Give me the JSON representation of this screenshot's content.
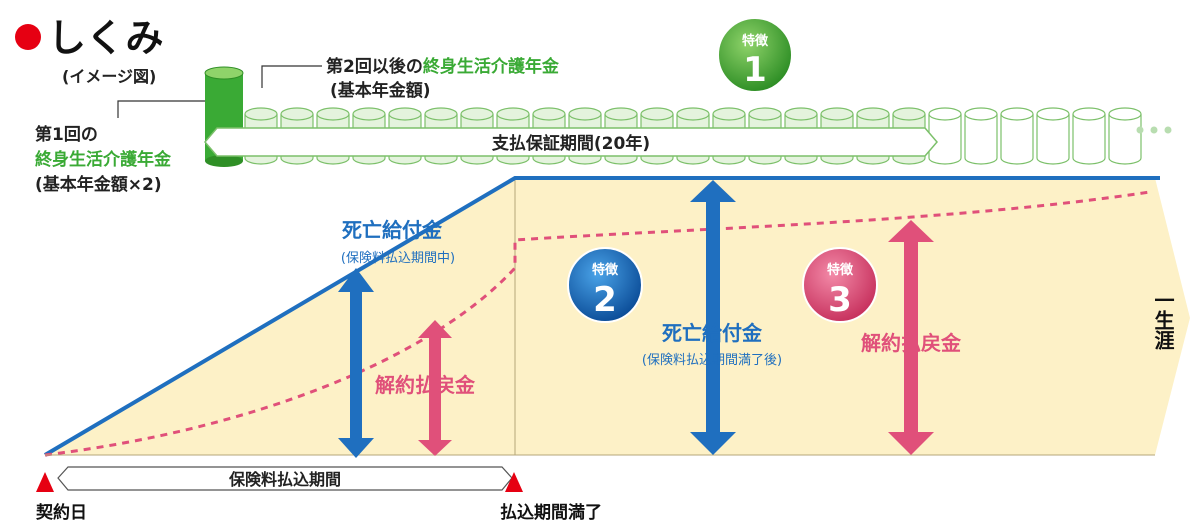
{
  "header": {
    "title": "しくみ",
    "subtitle": "(イメージ図)"
  },
  "first_payment": {
    "line1": "第1回の",
    "line2": "終身生活介護年金",
    "line3": "(基本年金額×2)"
  },
  "later_payments": {
    "prefix": "第2回以後の",
    "highlight": "終身生活介護年金",
    "line2": "(基本年金額)"
  },
  "guarantee_period": {
    "label": "支払保証期間(20年)"
  },
  "features": [
    {
      "label": "特徴",
      "number": "1"
    },
    {
      "label": "特徴",
      "number": "2"
    },
    {
      "label": "特徴",
      "number": "3"
    }
  ],
  "death_benefit_during": {
    "title": "死亡給付金",
    "sub": "(保険料払込期間中)"
  },
  "surrender_during": {
    "title": "解約払戻金"
  },
  "death_benefit_after": {
    "title": "死亡給付金",
    "sub": "(保険料払込期間満了後)"
  },
  "surrender_after": {
    "title": "解約払戻金"
  },
  "lifetime": {
    "label": "一生涯"
  },
  "premium_period": {
    "label": "保険料払込期間"
  },
  "timeline": {
    "start": "契約日",
    "end": "払込期間満了"
  },
  "colors": {
    "red_dot": "#e60012",
    "green": "#3aaa35",
    "blue": "#1f6fbf",
    "pink": "#e0507a",
    "cream": "#fdf1c7",
    "cylinder_fill": "#e4f3dd",
    "cylinder_stroke": "#7cc06a",
    "red_marker": "#e60012"
  }
}
